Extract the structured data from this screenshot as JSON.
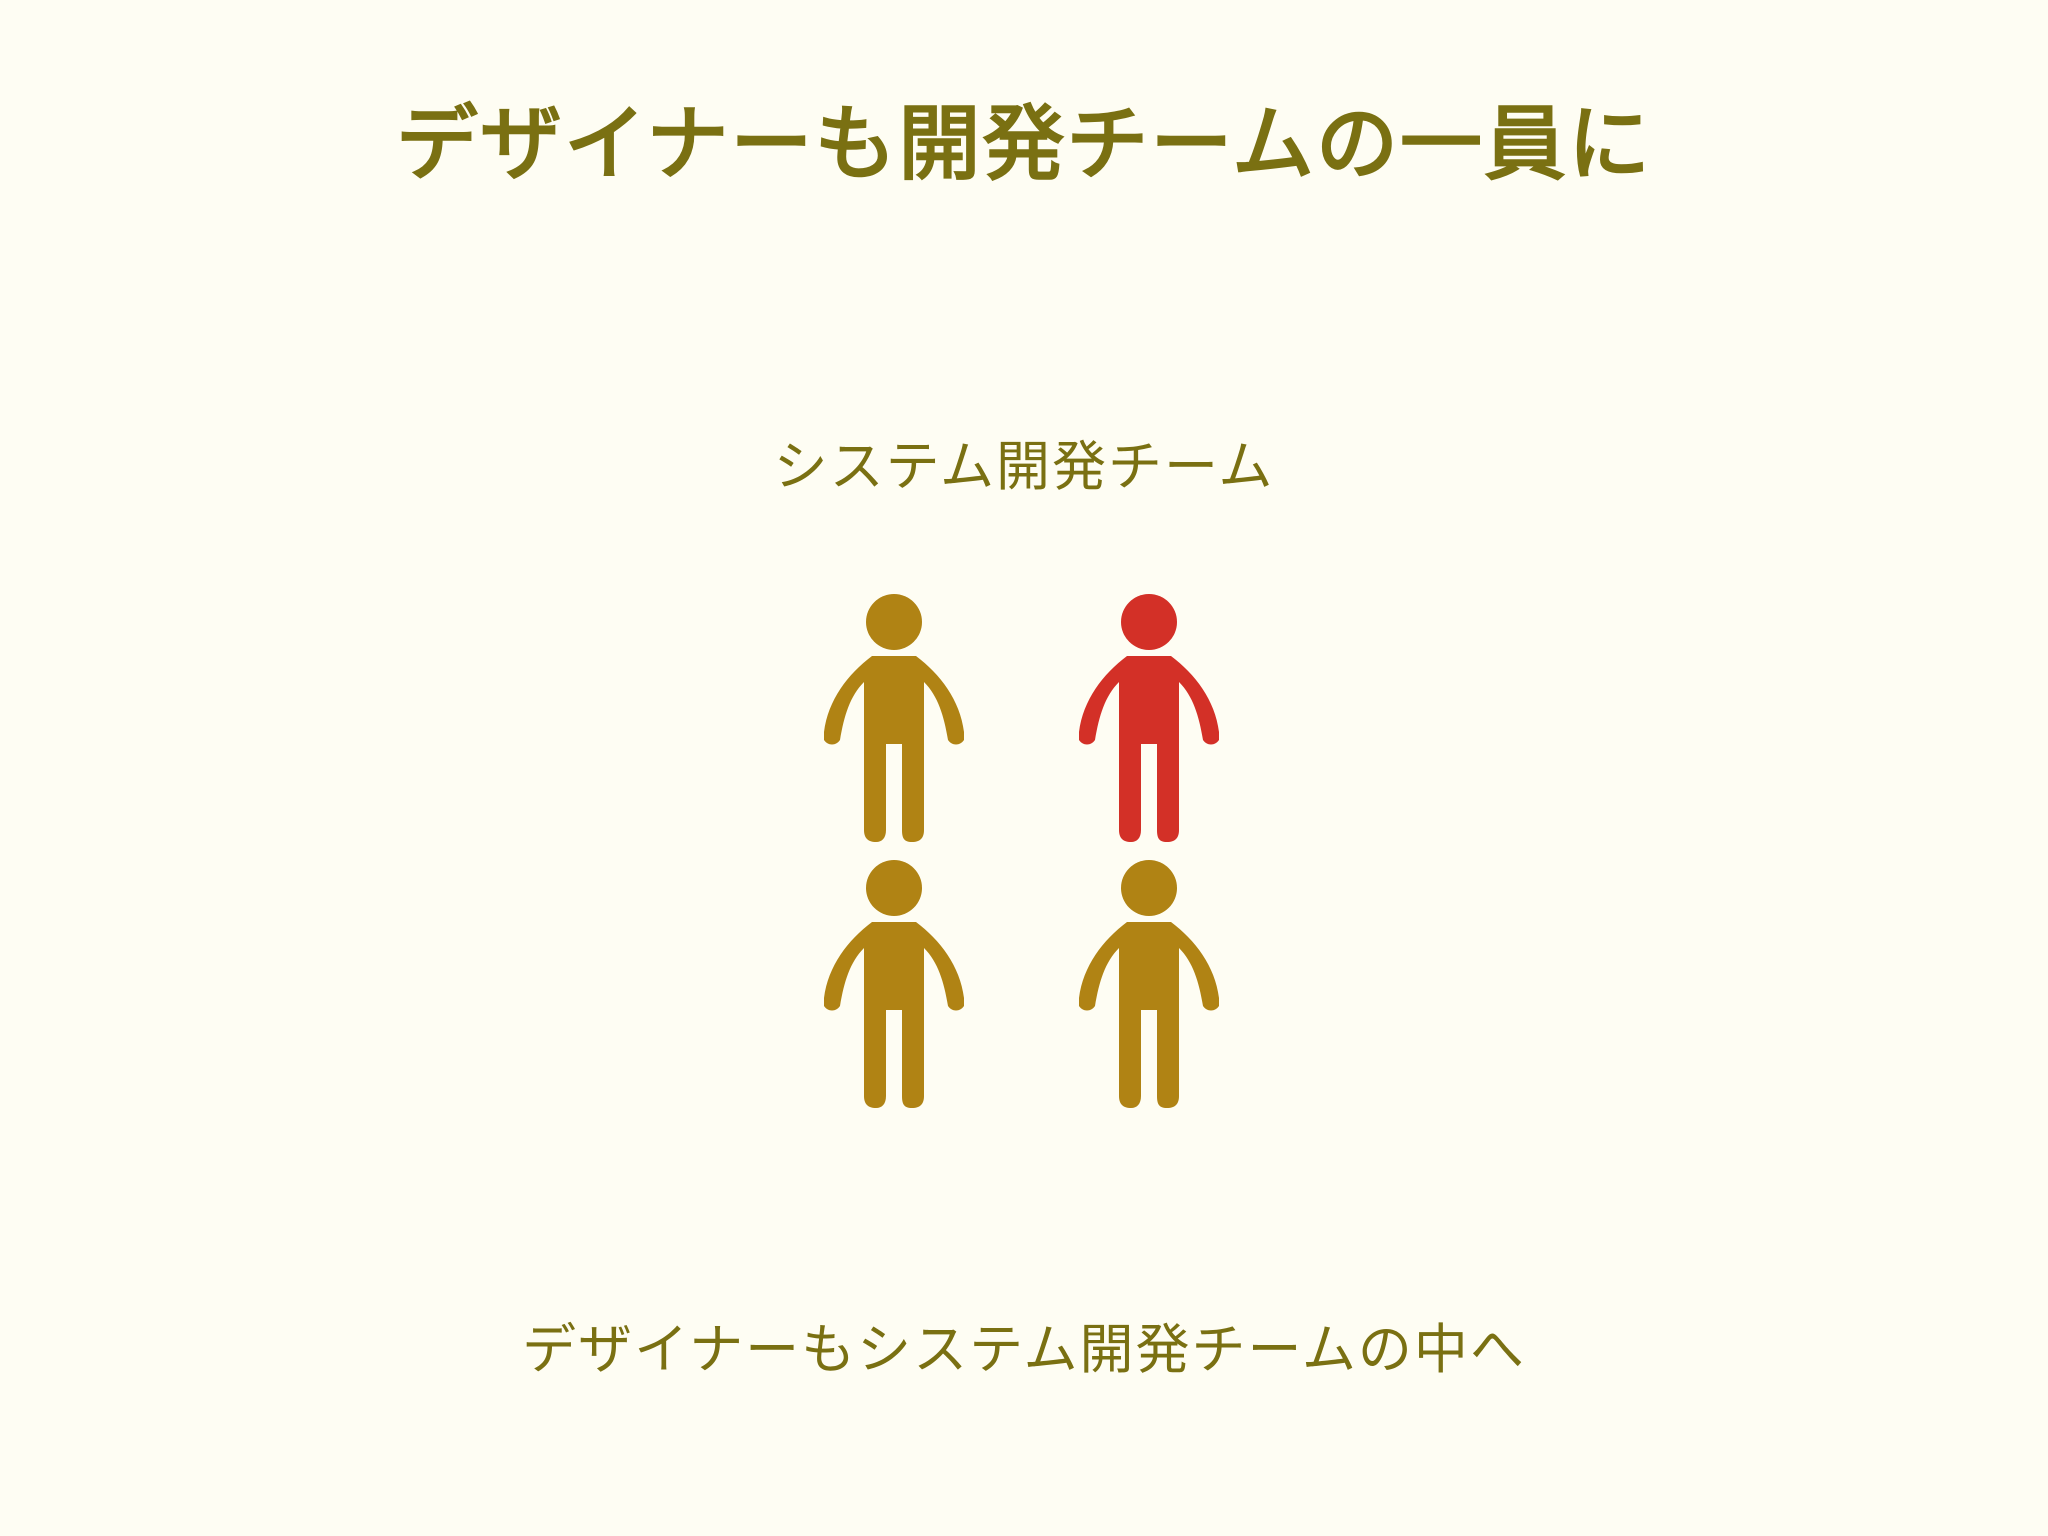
{
  "slide": {
    "title": "デザイナーも開発チームの一員に",
    "team_label": "システム開発チーム",
    "caption": "デザイナーもシステム開発チームの中へ"
  },
  "colors": {
    "background": "#FEFDF3",
    "text": "#7A7012",
    "member": "#B08314",
    "designer": "#D33027"
  },
  "team": {
    "members": [
      {
        "icon": "person-icon",
        "role": "member"
      },
      {
        "icon": "person-icon",
        "role": "designer"
      },
      {
        "icon": "person-icon",
        "role": "member"
      },
      {
        "icon": "person-icon",
        "role": "member"
      }
    ]
  }
}
